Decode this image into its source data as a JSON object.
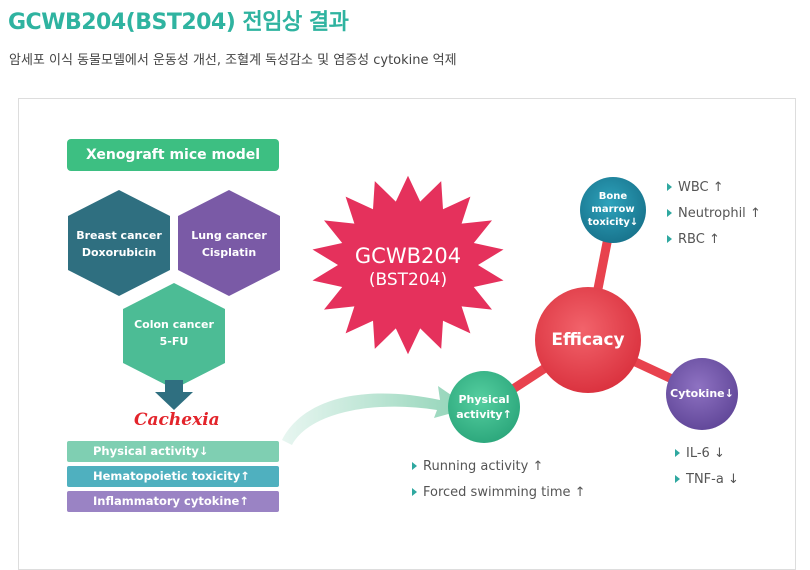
{
  "header": {
    "title": "GCWB204(BST204) 전임상 결과",
    "subtitle": "암세포 이식 동물모델에서 운동성 개선, 조혈계 독성감소 및 염증성 cytokine 억제"
  },
  "model": {
    "label": "Xenograft mice model",
    "hexagons": [
      {
        "line1": "Breast cancer",
        "line2": "Doxorubicin",
        "color": "#2f6f80"
      },
      {
        "line1": "Lung cancer",
        "line2": "Cisplatin",
        "color": "#7a5aa6"
      },
      {
        "line1": "Colon cancer",
        "line2": "5-FU",
        "color": "#4cbc95"
      }
    ],
    "cachexia": "Cachexia",
    "bars": [
      {
        "label": "Physical activity",
        "arrow": "↓",
        "color": "#7fcfb2"
      },
      {
        "label": "Hematopoietic toxicity",
        "arrow": "↑",
        "color": "#4fb0bf"
      },
      {
        "label": "Inflammatory cytokine",
        "arrow": "↑",
        "color": "#9a83c4"
      }
    ]
  },
  "drug": {
    "line1": "GCWB204",
    "line2": "(BST204)",
    "color": "#e5315c"
  },
  "efficacy": {
    "center": "Efficacy",
    "bone_marrow": {
      "line1": "Bone",
      "line2": "marrow",
      "line3": "toxicity",
      "arrow": "↓"
    },
    "cytokine": {
      "label": "Cytokine",
      "arrow": "↓"
    },
    "physical": {
      "line1": "Physical",
      "line2": "activity",
      "arrow": "↑"
    },
    "blood_list": [
      {
        "label": "WBC",
        "arrow": "↑"
      },
      {
        "label": "Neutrophil",
        "arrow": "↑"
      },
      {
        "label": "RBC",
        "arrow": "↑"
      }
    ],
    "cytokine_list": [
      {
        "label": "IL-6",
        "arrow": "↓"
      },
      {
        "label": "TNF-a",
        "arrow": "↓"
      }
    ],
    "activity_list": [
      {
        "label": "Running activity",
        "arrow": "↑"
      },
      {
        "label": "Forced swimming time",
        "arrow": "↑"
      }
    ]
  },
  "colors": {
    "accent": "#2fb3a0",
    "efficacy_red": "#e8424e",
    "bone_blue": "#1e8ea8",
    "cytokine_purple": "#7b5fb0",
    "physical_green": "#3fbf8f"
  }
}
